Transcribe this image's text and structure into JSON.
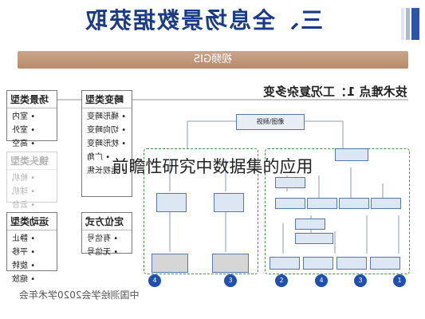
{
  "header": {
    "title": "三、全息场景数据获取"
  },
  "banner": {
    "label": "视频GIS"
  },
  "tech": {
    "title": "技术难点 1：工况复杂多变"
  },
  "categories": {
    "scene": {
      "head": "场景类型",
      "items": [
        "• 室内",
        "• 室外",
        "• 高空"
      ]
    },
    "lens": {
      "head": "镜头类型",
      "items": [
        "• 枪机",
        "• 球机",
        "• 云台"
      ]
    },
    "motion": {
      "head": "运动类型",
      "items": [
        "• 静止",
        "• 平移",
        "• 旋转",
        "• 缩放"
      ]
    },
    "zoom": {
      "head": "畸变类型",
      "items": [
        "• 桶形畸变",
        "• 切向畸变",
        "• 枕形畸变",
        "• 广角",
        "• 远视长焦"
      ]
    },
    "position": {
      "head": "定位方式",
      "items": [
        "• 有信号",
        "• 无信号"
      ]
    }
  },
  "diagram": {
    "top_node": "视频/图像",
    "circles": [
      "4",
      "3",
      "2",
      "4",
      "3",
      "1"
    ]
  },
  "overlay": {
    "text": "前瞻性研究中数据集的应用"
  },
  "footer": {
    "text": "中国测绘学会2020学术年会"
  },
  "colors": {
    "title": "#1a3a8a",
    "banner": "#c9a58a",
    "circle": "#1f4fb0"
  }
}
